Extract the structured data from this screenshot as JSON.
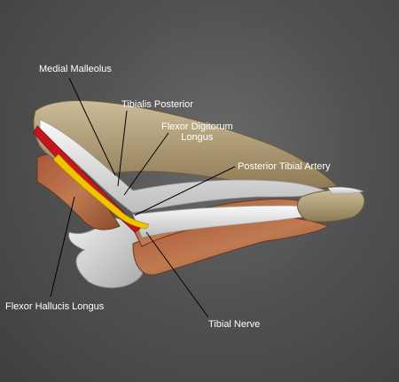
{
  "labels": {
    "medial_malleolus": "Medial Malleolus",
    "tibialis_posterior": "Tibialis Posterior",
    "flexor_digitorum_line1": "Flexor Digitorum",
    "flexor_digitorum_line2": "Longus",
    "posterior_tibial_artery": "Posterior Tibial Artery",
    "flexor_hallucis_longus": "Flexor Hallucis Longus",
    "tibial_nerve": "Tibial Nerve"
  },
  "colors": {
    "background": "#555555",
    "bone": "#b9a67f",
    "muscle": "#b06a42",
    "tendon": "#e6e6e6",
    "artery": "#c4161c",
    "nerve": "#f2c400"
  }
}
